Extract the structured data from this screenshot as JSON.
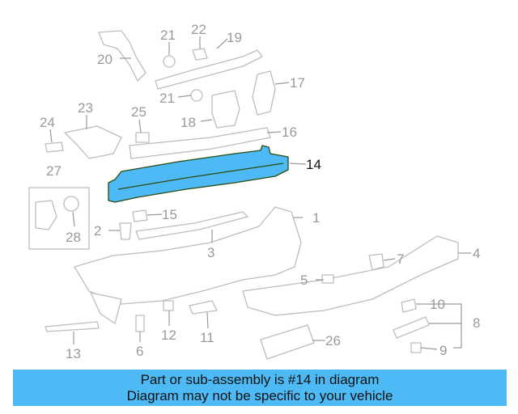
{
  "diagram": {
    "highlighted_part": "14",
    "highlight_color": "#4dbaf5",
    "callouts": [
      "20",
      "21",
      "22",
      "19",
      "21",
      "17",
      "18",
      "23",
      "25",
      "24",
      "16",
      "14",
      "27",
      "15",
      "28",
      "2",
      "1",
      "3",
      "4",
      "7",
      "5",
      "10",
      "8",
      "12",
      "11",
      "26",
      "6",
      "13",
      "9"
    ]
  },
  "banner": {
    "line1": "Part or sub-assembly is #14 in diagram",
    "line2": "Diagram may not be specific to your vehicle",
    "color": "#4dbaf5"
  }
}
